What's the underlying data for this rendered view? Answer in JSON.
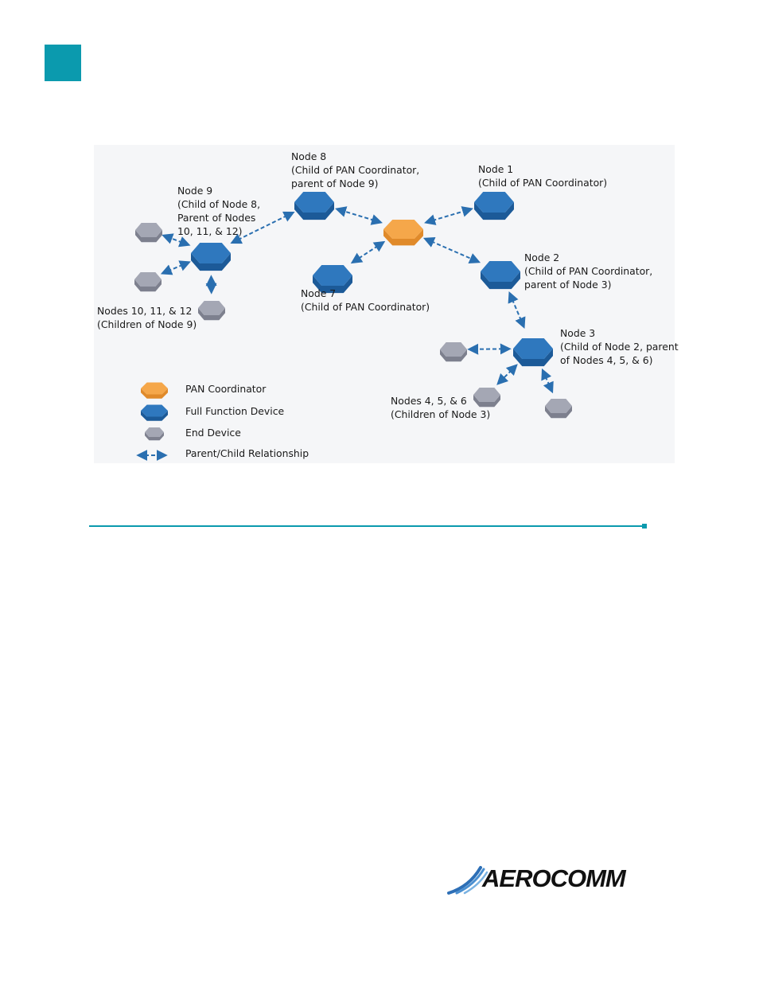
{
  "colors": {
    "accent": "#0b9aae",
    "pan_top": "#f5a74a",
    "pan_side": "#e08a2a",
    "ffd_top": "#2f78be",
    "ffd_side": "#1c5a98",
    "end_top": "#a4a7b4",
    "end_side": "#7d808e",
    "link": "#2a6fb0",
    "diagram_bg": "#f5f6f8"
  },
  "diagram": {
    "nodes": [
      {
        "id": "pan",
        "kind": "pan"
      },
      {
        "id": "n8",
        "kind": "ffd"
      },
      {
        "id": "n1",
        "kind": "ffd"
      },
      {
        "id": "n9",
        "kind": "ffd"
      },
      {
        "id": "n7",
        "kind": "ffd"
      },
      {
        "id": "n2",
        "kind": "ffd"
      },
      {
        "id": "n3",
        "kind": "ffd"
      },
      {
        "id": "e10",
        "kind": "end"
      },
      {
        "id": "e11",
        "kind": "end"
      },
      {
        "id": "e12",
        "kind": "end"
      },
      {
        "id": "e4",
        "kind": "end"
      },
      {
        "id": "e5",
        "kind": "end"
      },
      {
        "id": "e6",
        "kind": "end"
      }
    ],
    "edges": [
      [
        "pan",
        "n8"
      ],
      [
        "pan",
        "n1"
      ],
      [
        "pan",
        "n7"
      ],
      [
        "pan",
        "n2"
      ],
      [
        "n8",
        "n9"
      ],
      [
        "n2",
        "n3"
      ],
      [
        "n9",
        "e10"
      ],
      [
        "n9",
        "e11"
      ],
      [
        "n9",
        "e12"
      ],
      [
        "n3",
        "e4"
      ],
      [
        "n3",
        "e5"
      ],
      [
        "n3",
        "e6"
      ]
    ],
    "labels": {
      "n8": [
        "Node 8",
        "(Child of PAN Coordinator,",
        "parent of Node 9)"
      ],
      "n1": [
        "Node 1",
        "(Child of PAN Coordinator)"
      ],
      "n9": [
        "Node 9",
        "(Child of Node 8,",
        "Parent of Nodes",
        "10, 11, & 12)"
      ],
      "n7": [
        "Node 7",
        "(Child of PAN Coordinator)"
      ],
      "n2": [
        "Node 2",
        "(Child of PAN Coordinator,",
        "parent of Node 3)"
      ],
      "n3": [
        "Node 3",
        "(Child of Node 2, parent",
        "of Nodes 4, 5, & 6)"
      ],
      "children9": [
        "Nodes 10, 11, & 12",
        "(Children of Node 9)"
      ],
      "children3": [
        "Nodes 4, 5, & 6",
        "(Children of Node 3)"
      ]
    },
    "legend": [
      {
        "kind": "pan",
        "label": "PAN Coordinator"
      },
      {
        "kind": "ffd",
        "label": "Full Function Device"
      },
      {
        "kind": "end",
        "label": "End Device"
      },
      {
        "kind": "link",
        "label": "Parent/Child Relationship"
      }
    ]
  },
  "logo": {
    "text": "AEROCOMM"
  }
}
